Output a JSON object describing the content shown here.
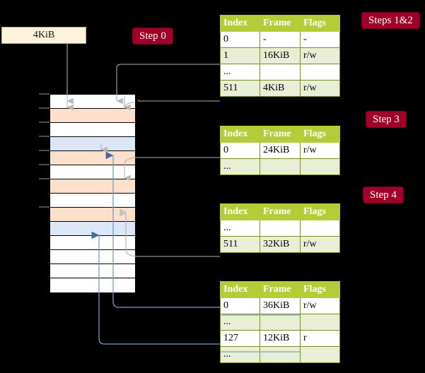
{
  "diagram": {
    "title_absent": true,
    "background": "#000000",
    "badge_color": "#a00028",
    "table_header_color": "#b3cc38",
    "table_alt_row_color": "#e9efd6",
    "highlight_color": "#fbf7a8",
    "orange_frame_color": "#fde0cb",
    "blue_frame_color": "#dbe7f6",
    "gray_wire_color": "#b0b0b0",
    "blue_wire_color": "#7a9ac4"
  },
  "badges": {
    "step0": "Step 0",
    "steps12": "Steps 1&2",
    "step3": "Step 3",
    "step4": "Step 4"
  },
  "virtual_page": {
    "label": "4KiB"
  },
  "memory_column": {
    "rows": [
      {
        "index": 0,
        "fill": "white"
      },
      {
        "index": 1,
        "fill": "orange"
      },
      {
        "index": 2,
        "fill": "white"
      },
      {
        "index": 3,
        "fill": "blue"
      },
      {
        "index": 4,
        "fill": "orange"
      },
      {
        "index": 5,
        "fill": "white"
      },
      {
        "index": 6,
        "fill": "orange"
      },
      {
        "index": 7,
        "fill": "white"
      },
      {
        "index": 8,
        "fill": "orange"
      },
      {
        "index": 9,
        "fill": "blue"
      },
      {
        "index": 10,
        "fill": "white"
      },
      {
        "index": 11,
        "fill": "white"
      },
      {
        "index": 12,
        "fill": "white"
      },
      {
        "index": 13,
        "fill": "white"
      }
    ]
  },
  "tables": {
    "columns": [
      "Index",
      "Frame",
      "Flags"
    ],
    "level4": {
      "rows": [
        {
          "index": "0",
          "frame": "-",
          "flags": "-",
          "alt": false,
          "hl": false
        },
        {
          "index": "1",
          "frame": "16KiB",
          "flags": "r/w",
          "alt": true,
          "hl": false
        },
        {
          "index": "...",
          "frame": "",
          "flags": "",
          "alt": false,
          "hl": false
        },
        {
          "index": "511",
          "frame": "4KiB",
          "flags": "r/w",
          "alt": true,
          "hl": true
        }
      ]
    },
    "level3": {
      "rows": [
        {
          "index": "0",
          "frame": "24KiB",
          "flags": "r/w",
          "alt": false,
          "hl": false
        },
        {
          "index": "...",
          "frame": "",
          "flags": "",
          "alt": true,
          "hl": false
        }
      ]
    },
    "level2": {
      "rows": [
        {
          "index": "...",
          "frame": "",
          "flags": "",
          "alt": false,
          "hl": false
        },
        {
          "index": "511",
          "frame": "32KiB",
          "flags": "r/w",
          "alt": true,
          "hl": false
        }
      ]
    },
    "level1": {
      "rows": [
        {
          "index": "0",
          "frame": "36KiB",
          "flags": "r/w",
          "alt": false,
          "hl": false
        },
        {
          "index": "...",
          "frame": "",
          "flags": "",
          "alt": true,
          "hl": false
        },
        {
          "index": "127",
          "frame": "12KiB",
          "flags": "r",
          "alt": false,
          "hl": false
        },
        {
          "index": "...",
          "frame": "",
          "flags": "",
          "alt": true,
          "hl": false
        }
      ]
    }
  }
}
